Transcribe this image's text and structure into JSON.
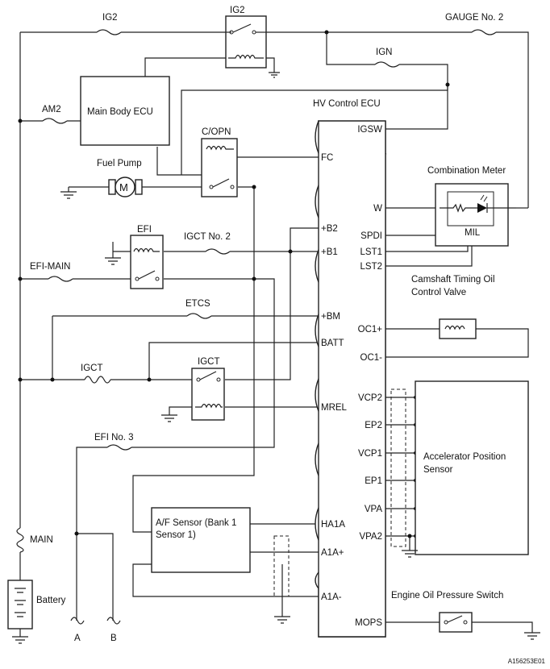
{
  "fuses": {
    "ig2": "IG2",
    "am2": "AM2",
    "efi_main": "EFI-MAIN",
    "igct_no2": "IGCT No. 2",
    "etcs": "ETCS",
    "igct": "IGCT",
    "efi_no3": "EFI No. 3",
    "main": "MAIN",
    "gauge_no2": "GAUGE No. 2",
    "ign": "IGN"
  },
  "relays": {
    "ig2": "IG2",
    "copn": "C/OPN",
    "efi": "EFI",
    "igct": "IGCT"
  },
  "components": {
    "main_body_ecu": "Main Body ECU",
    "fuel_pump": "Fuel Pump",
    "motor_symbol": "M",
    "battery": "Battery",
    "af_sensor": "A/F Sensor (Bank 1 Sensor 1)",
    "af_sensor_line1": "A/F Sensor (Bank 1",
    "af_sensor_line2": "Sensor 1)",
    "hv_ecu": "HV Control ECU",
    "combination_meter": "Combination Meter",
    "mil": "MIL",
    "camshaft_valve": "Camshaft Timing Oil Control Valve",
    "camshaft_line1": "Camshaft Timing Oil",
    "camshaft_line2": "Control Valve",
    "accel_sensor": "Accelerator Position Sensor",
    "accel_line1": "Accelerator Position",
    "accel_line2": "Sensor",
    "oil_switch": "Engine Oil Pressure Switch"
  },
  "ecu_pins_left": [
    "FC",
    "+B2",
    "+B1",
    "+BM",
    "BATT",
    "MREL",
    "HA1A",
    "A1A+",
    "A1A-"
  ],
  "ecu_pins_right": [
    "IGSW",
    "W",
    "SPDI",
    "LST1",
    "LST2",
    "OC1+",
    "OC1-",
    "VCP2",
    "EP2",
    "VCP1",
    "EP1",
    "VPA",
    "VPA2",
    "MOPS"
  ],
  "connectors": [
    "A",
    "B"
  ],
  "figure_id": "A156253E01"
}
